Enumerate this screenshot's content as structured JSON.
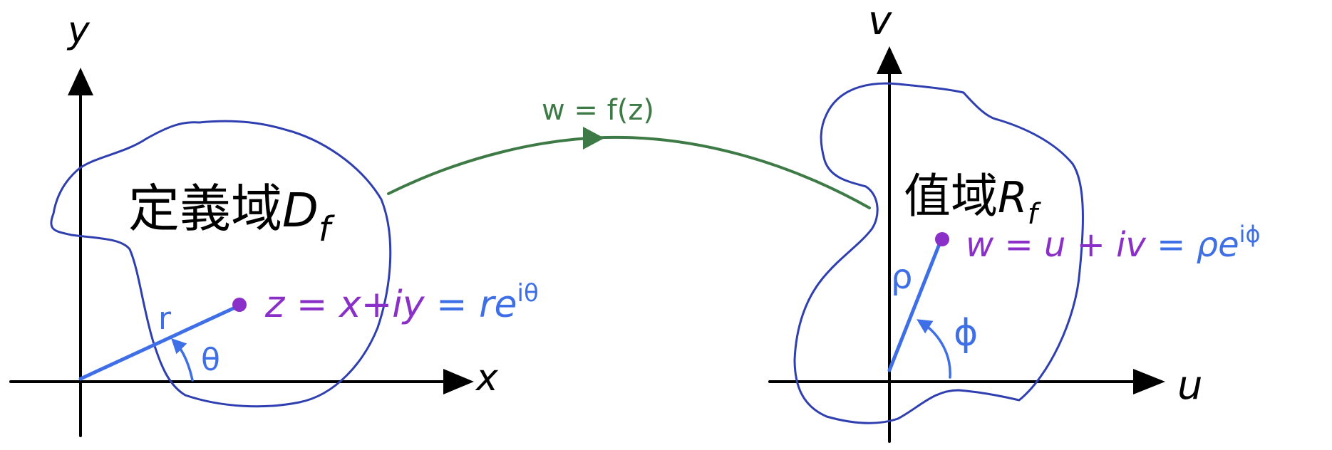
{
  "left_plane": {
    "axis_x_label": "x",
    "axis_y_label": "y",
    "region_label": "定義域",
    "region_label_D": "D",
    "region_label_sub": "f",
    "radius_label": "r",
    "angle_label": "θ",
    "point_eq_z": "z",
    "point_eq_eq1": " = ",
    "point_eq_xiy": "x+iy",
    "point_eq_eq2": " = ",
    "point_eq_re": "re",
    "point_eq_exp": "iθ"
  },
  "mapping": {
    "label": "w = f(z)"
  },
  "right_plane": {
    "axis_u_label": "u",
    "axis_v_label": "v",
    "region_label": "值域",
    "region_label_R": "R",
    "region_label_sub": "f",
    "radius_label": "ρ",
    "angle_label": "ϕ",
    "point_eq_w": "w",
    "point_eq_eq1": " = ",
    "point_eq_uiv": "u + iv",
    "point_eq_eq2": " = ",
    "point_eq_rho": "ρe",
    "point_eq_exp": "iϕ"
  },
  "colors": {
    "axis": "#000000",
    "region_outline": "#2f3fb0",
    "ray_blue": "#3f6fe6",
    "point_purple": "#8a2fc8",
    "mapping_green": "#3d7a46"
  }
}
